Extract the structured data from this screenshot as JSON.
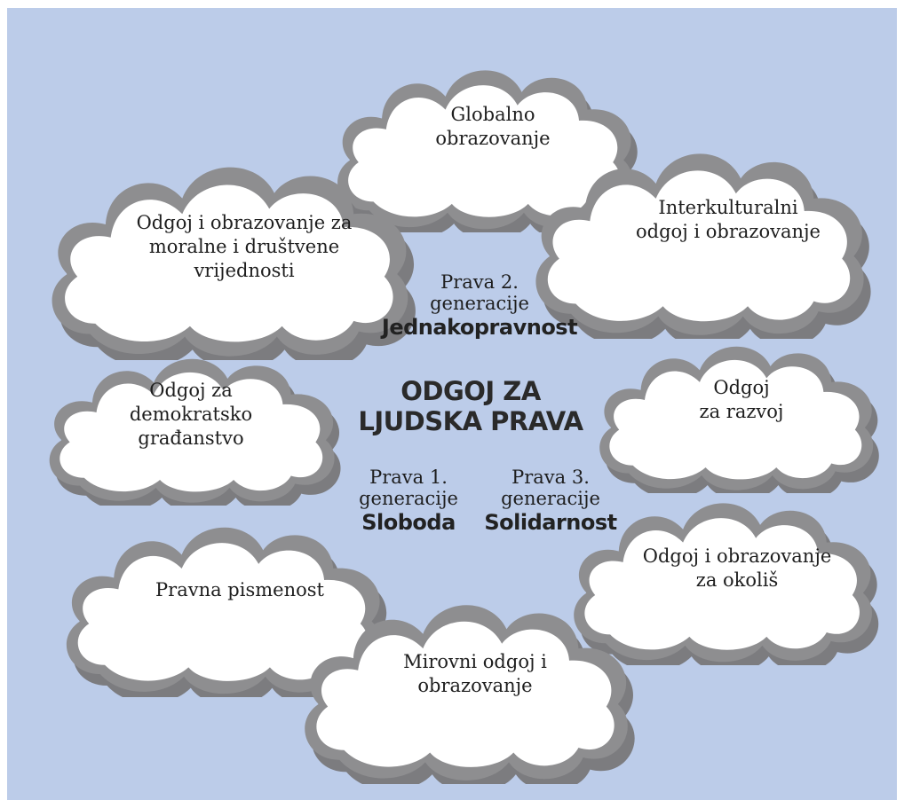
{
  "center_title": "ODGOJ ZA\nLJUDSKA PRAVA",
  "generations": {
    "second": {
      "label": "Prava  2.",
      "sub": "generacije",
      "keyword": "Jednakopravnost"
    },
    "first": {
      "label": "Prava 1.",
      "sub": "generacije",
      "keyword": "Sloboda"
    },
    "third": {
      "label": "Prava 3.",
      "sub": "generacije",
      "keyword": "Solidarnost"
    }
  },
  "clouds": {
    "global": "Globalno\nobrazovanje",
    "intercultural": "Interkulturalni\nodgoj i obrazovanje",
    "moral": "Odgoj i obrazovanje za\nmoralne i društvene\nvrijednosti",
    "democratic": "Odgoj za\ndemokratsko\ngrađanstvo",
    "development": "Odgoj\nza razvoj",
    "environment": "Odgoj i obrazovanje\nza okoliš",
    "legal": "Pravna pismenost",
    "peace": "Mirovni odgoj i\nobrazovanje"
  },
  "colors": {
    "background": "#bccce9",
    "cloud_fill": "#ffffff",
    "cloud_rim": "#8e8e90",
    "cloud_shadow": "#7c7c7f"
  }
}
